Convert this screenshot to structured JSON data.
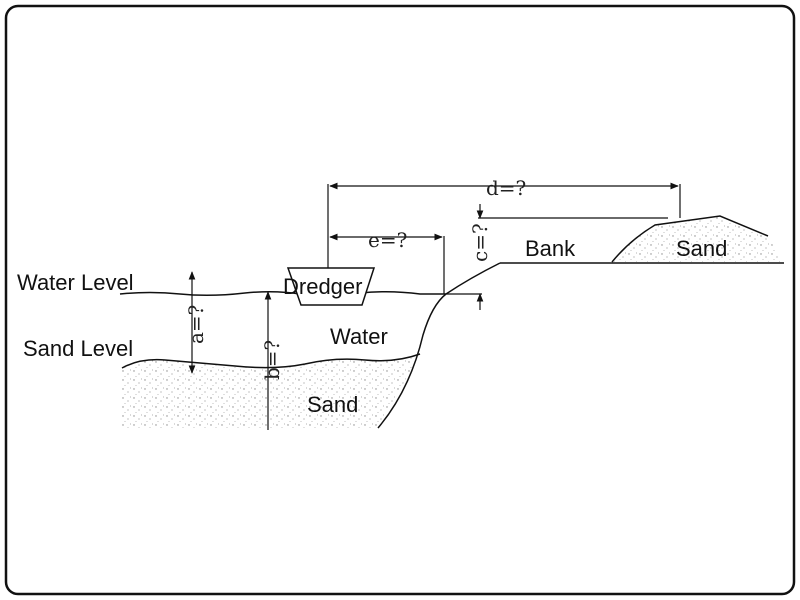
{
  "colors": {
    "line": "#111111",
    "sand_speckle": "#8a8a8a",
    "background": "#ffffff"
  },
  "labels": {
    "water_level": "Water Level",
    "sand_level": "Sand Level",
    "dredger": "Dredger",
    "water": "Water",
    "sand_bottom": "Sand",
    "bank": "Bank",
    "sand_bank": "Sand"
  },
  "dimensions": {
    "a": "a=?",
    "b": "b=?",
    "c": "c=?",
    "d": "d=?",
    "e": "e=?"
  }
}
